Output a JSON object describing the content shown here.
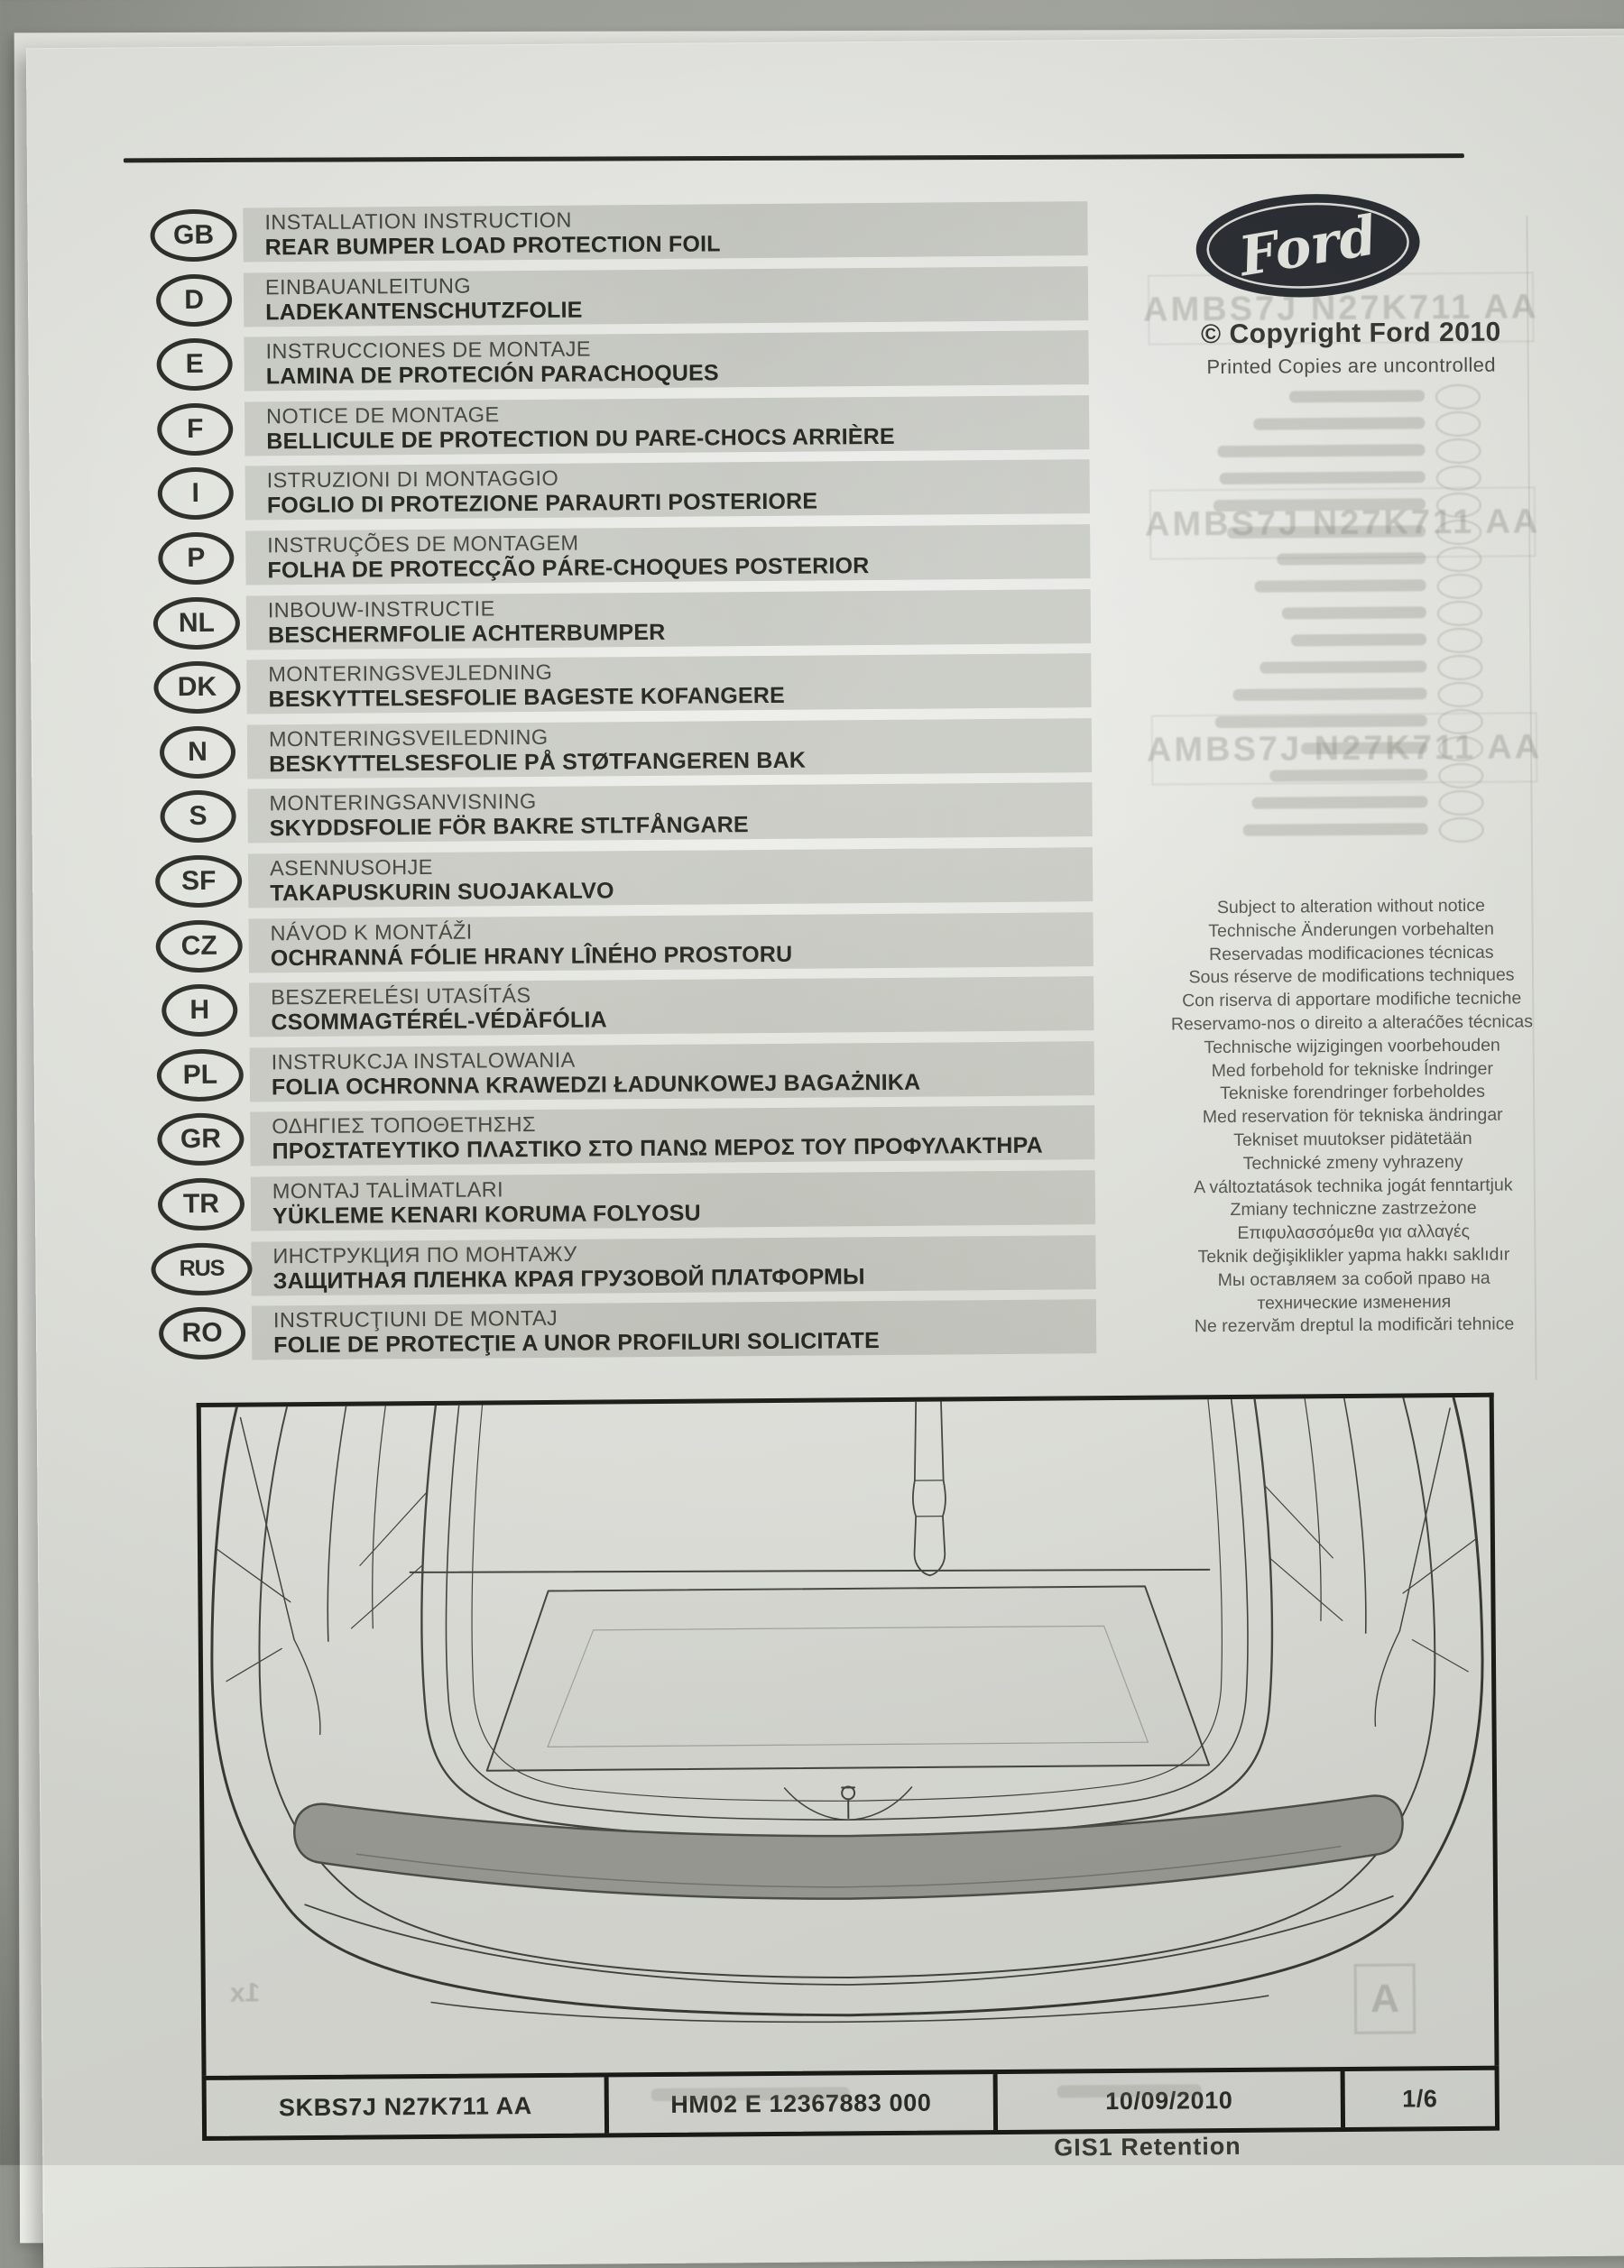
{
  "document": {
    "header": {
      "brand": "Ford",
      "copyright": "© Copyright Ford 2010",
      "printed_note": "Printed Copies are uncontrolled"
    },
    "languages": [
      {
        "code": "GB",
        "line1": "INSTALLATION INSTRUCTION",
        "line2": "REAR BUMPER LOAD PROTECTION FOIL"
      },
      {
        "code": "D",
        "line1": "EINBAUANLEITUNG",
        "line2": "LADEKANTENSCHUTZFOLIE"
      },
      {
        "code": "E",
        "line1": "INSTRUCCIONES  DE MONTAJE",
        "line2": "LAMINA DE PROTECIÓN PARACHOQUES"
      },
      {
        "code": "F",
        "line1": "NOTICE DE MONTAGE",
        "line2": "BELLICULE DE PROTECTION DU PARE-CHOCS ARRIÈRE"
      },
      {
        "code": "I",
        "line1": "ISTRUZIONI DI MONTAGGIO",
        "line2": "FOGLIO DI PROTEZIONE PARAURTI POSTERIORE"
      },
      {
        "code": "P",
        "line1": "INSTRUÇÕES DE MONTAGEM",
        "line2": "FOLHA DE PROTECÇÃO PÁRE-CHOQUES POSTERIOR"
      },
      {
        "code": "NL",
        "line1": "INBOUW-INSTRUCTIE",
        "line2": "BESCHERMFOLIE ACHTERBUMPER"
      },
      {
        "code": "DK",
        "line1": "MONTERINGSVEJLEDNING",
        "line2": "BESKYTTELSESFOLIE BAGESTE KOFANGERE"
      },
      {
        "code": "N",
        "line1": "MONTERINGSVEILEDNING",
        "line2": "BESKYTTELSESFOLIE PÅ STØTFANGEREN BAK"
      },
      {
        "code": "S",
        "line1": "MONTERINGSANVISNING",
        "line2": "SKYDDSFOLIE FÖR BAKRE STLTFÅNGARE"
      },
      {
        "code": "SF",
        "line1": "ASENNUSOHJE",
        "line2": "TAKAPUSKURIN SUOJAKALVO"
      },
      {
        "code": "CZ",
        "line1": "NÁVOD K MONTÁŽI",
        "line2": "OCHRANNÁ FÓLIE HRANY LÎNÉHO PROSTORU"
      },
      {
        "code": "H",
        "line1": "BESZERELÉSI UTASÍTÁS",
        "line2": "CSOMMAGTÉRÉL-VÉDÄFÓLIA"
      },
      {
        "code": "PL",
        "line1": "INSTRUKCJA INSTALOWANIA",
        "line2": "FOLIA OCHRONNA KRAWEDZI ŁADUNKOWEJ BAGAŻNIKA"
      },
      {
        "code": "GR",
        "line1": "ΟΔΗΓΙΕΣ ΤΟΠΟΘΕΤΗΣΗΣ",
        "line2": "ΠΡΟΣΤΑΤΕΥΤΙΚΟ ΠΛΑΣΤΙΚΟ ΣΤΟ ΠΑΝΩ ΜΕΡΟΣ ΤΟΥ ΠΡΟΦΥΛΑΚΤΗΡΑ"
      },
      {
        "code": "TR",
        "line1": "MONTAJ TALİMATLARI",
        "line2": "YÜKLEME KENARI KORUMA FOLYOSU"
      },
      {
        "code": "RUS",
        "line1": "ИНСТРУКЦИЯ ПО МОНТАЖУ",
        "line2": "ЗАЩИТНАЯ ПЛЕНКА КРАЯ ГРУЗОВОЙ ПЛАТФОРМЫ"
      },
      {
        "code": "RO",
        "line1": "INSTRUCŢIUNI DE MONTAJ",
        "line2": "FOLIE DE PROTECŢIE A UNOR PROFILURI SOLICITATE"
      }
    ],
    "alteration_notes": [
      "Subject to alteration without notice",
      "Technische Änderungen vorbehalten",
      "Reservadas modificaciones técnicas",
      "Sous réserve de modifications techniques",
      "Con riserva di apportare modifiche tecniche",
      "Reservamo-nos o direito a alteraćões técnicas",
      "Technische wijzigingen voorbehouden",
      "Med forbehold for tekniske Índringer",
      "Tekniske forendringer forbeholdes",
      "Med reservation för tekniska ändringar",
      "Tekniset muutokser pidätetään",
      "Technické zmeny vyhrazeny",
      "A változtatások technika jogát fenntartjuk",
      "Zmiany techniczne zastrzeżone",
      "Επιφυλασσόμεθα για αλλαγές",
      "Teknik değişiklikler yapma hakkı saklıdır",
      "Мы оставляем за собой право на",
      "технические изменения",
      "Ne rezervăm dreptul la modificări tehnice"
    ],
    "footer": {
      "part_number": "SKBS7J N27K711 AA",
      "document_number": "HM02 E 12367883 000",
      "date": "10/09/2010",
      "page": "1/6",
      "bottom_note": "GIS1 Retention"
    },
    "ghost_showthrough": {
      "part_code": "AMBS7J N27K711 AA",
      "callout_letter": "A",
      "quantity_note": "1x"
    },
    "colors": {
      "paper": "#e9eae4",
      "background_wall": "#a4a79f",
      "language_band": "#cbccc5",
      "ink_dark": "#22231d",
      "ink_light": "#43443c",
      "logo_fill": "#282c31",
      "foil_fill": "#a2a39c",
      "border_black": "#1a1b17"
    }
  }
}
